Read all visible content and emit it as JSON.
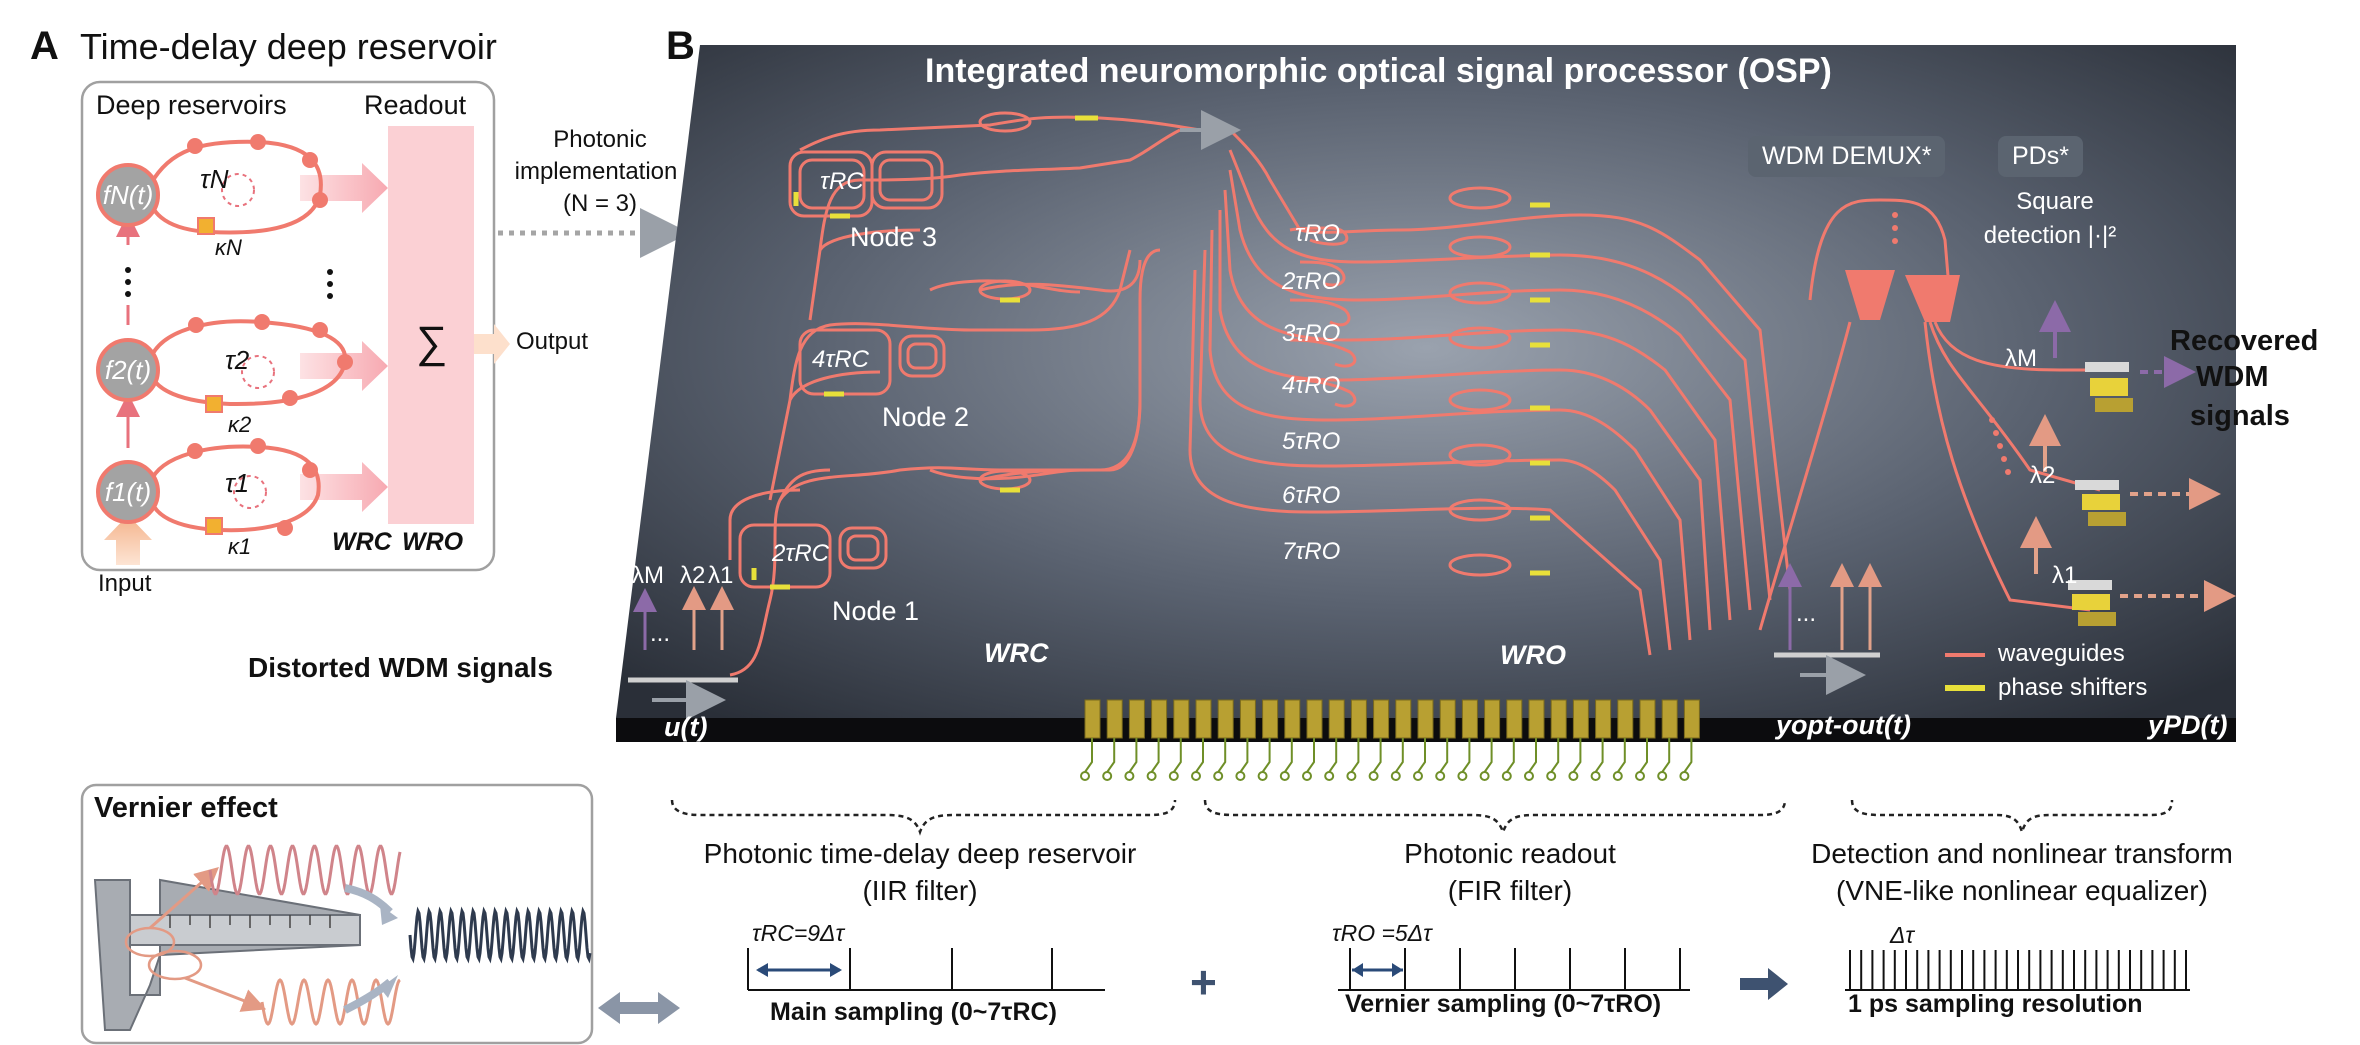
{
  "panel_a": {
    "letter": "A",
    "title": "Time-delay deep reservoir",
    "deep_reservoirs": "Deep reservoirs",
    "readout": "Readout",
    "f_n": "fN(t)",
    "f_2": "f2(t)",
    "f_1": "f1(t)",
    "tau_n": "τN",
    "tau_2": "τ2",
    "tau_1": "τ1",
    "kappa_n": "κN",
    "kappa_2": "κ2",
    "kappa_1": "κ1",
    "sum": "∑",
    "w_rc": "WRC",
    "w_ro": "WRO",
    "input": "Input",
    "output": "Output",
    "photonic_impl_1": "Photonic",
    "photonic_impl_2": "implementation",
    "photonic_impl_3": "(N = 3)"
  },
  "panel_b": {
    "letter": "B",
    "title": "Integrated neuromorphic optical signal processor (OSP)",
    "node3": "Node 3",
    "node2": "Node 2",
    "node1": "Node 1",
    "tau_node3": "τRC",
    "tau_node2": "4τRC",
    "tau_node1": "2τRC",
    "delays": [
      "τRO",
      "2τRO",
      "3τRO",
      "4τRO",
      "5τRO",
      "6τRO",
      "7τRO"
    ],
    "wdm_demux": "WDM DEMUX*",
    "pds": "PDs*",
    "square_detection_1": "Square",
    "square_detection_2": "detection |·|²",
    "recovered_1": "Recovered",
    "recovered_2": "WDM",
    "recovered_3": "signals",
    "distorted": "Distorted WDM signals",
    "lambda_m": "λM",
    "lambda_2": "λ2",
    "lambda_1": "λ1",
    "ellipsis": "...",
    "w_rc": "WRC",
    "w_ro": "WRO",
    "u_t": "u(t)",
    "y_opt": "yopt-out(t)",
    "y_pd": "yPD(t)",
    "legend_waveguides": "waveguides",
    "legend_phase": "phase shifters"
  },
  "bottom": {
    "vernier_title": "Vernier effect",
    "reservoir_cap_1": "Photonic time-delay deep reservoir",
    "reservoir_cap_2": "(IIR filter)",
    "readout_cap_1": "Photonic readout",
    "readout_cap_2": "(FIR filter)",
    "detection_cap_1": "Detection and nonlinear transform",
    "detection_cap_2": "(VNE-like nonlinear equalizer)",
    "tau_rc_eq": "τRC=9Δτ",
    "tau_ro_eq": "τRO =5Δτ",
    "delta_tau": "Δτ",
    "main_sampling": "Main sampling (0~7τRC)",
    "vernier_sampling": "Vernier sampling (0~7τRO)",
    "resolution": "1 ps sampling resolution",
    "plus": "+"
  },
  "colors": {
    "waveguide": "#f07a6e",
    "phase_shifter": "#e8e03a",
    "chip_dark": "#2a2f38",
    "chip_light": "#7d8694",
    "pink_readout": "#fbd0d4",
    "node_gray": "#9a9a9a",
    "purple_signal": "#8c6aa8",
    "orange_signal": "#e2a28a",
    "gold": "#b8a032",
    "arrow_gray": "#7f8a99"
  }
}
